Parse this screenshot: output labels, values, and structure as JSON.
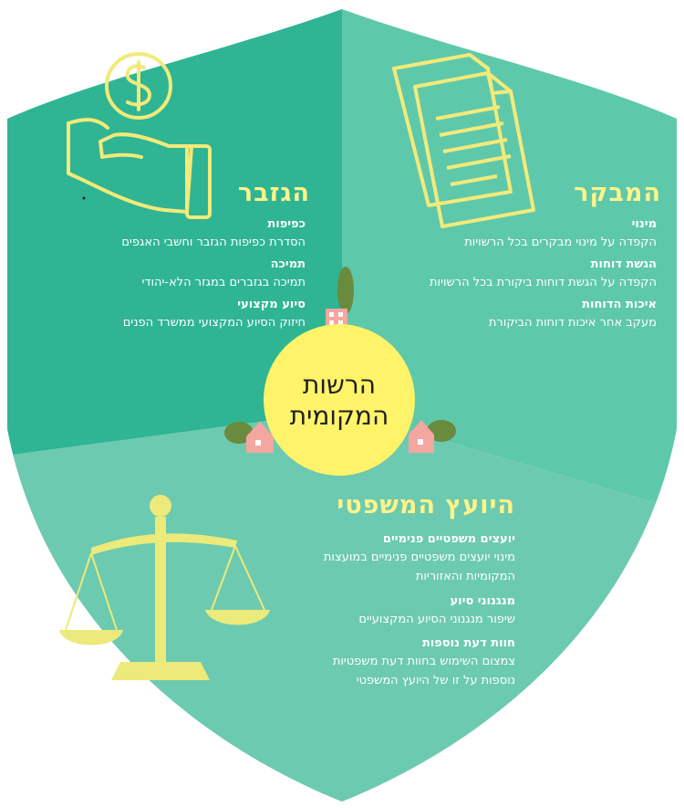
{
  "center": {
    "line1": "הרשות",
    "line2": "המקומית"
  },
  "sections": {
    "auditor": {
      "title": "המבקר",
      "items": [
        {
          "heading": "מינוי",
          "text": "הקפדה על מינוי מבקרים בכל הרשויות"
        },
        {
          "heading": "הגשת דוחות",
          "text": "הקפדה על הגשת דוחות ביקורת בכל הרשויות"
        },
        {
          "heading": "איכות הדוחות",
          "text": "מעקב אחר איכות דוחות הביקורת"
        }
      ]
    },
    "treasurer": {
      "title": "הגזבר",
      "items": [
        {
          "heading": "כפיפות",
          "text": "הסדרת כפיפות הגזבר וחשבי האגפים"
        },
        {
          "heading": "תמיכה",
          "text": "תמיכה בגזברים במגזר הלא-יהודי"
        },
        {
          "heading": "סיוע מקצועי",
          "text": "חיזוק הסיוע המקצועי ממשרד הפנים"
        }
      ]
    },
    "legal": {
      "title": "היועץ המשפטי",
      "items": [
        {
          "heading": "יועצים משפטיים פנימיים",
          "text1": "מינוי יועצים משפטיים פנימיים במועצות",
          "text2": "המקומיות והאזוריות"
        },
        {
          "heading": "מנגנוני סיוע",
          "text1": "שיפור מנגנוני הסיוע המקצועיים"
        },
        {
          "heading": "חוות דעת נוספות",
          "text1": "צמצום השימוש בחוות דעת משפטיות",
          "text2": "נוספות על זו של היועץ המשפטי"
        }
      ]
    }
  },
  "colors": {
    "left_panel": "#2fb593",
    "right_panel": "#5ec8ab",
    "bottom_panel": "#6ccab0",
    "accent_yellow": "#fff38a",
    "icon_yellow": "#f2ea7a",
    "center_circle": "#fff36a"
  },
  "icons": [
    "dollar-hand-icon",
    "documents-icon",
    "scales-icon",
    "tree-icon",
    "house-icon"
  ]
}
